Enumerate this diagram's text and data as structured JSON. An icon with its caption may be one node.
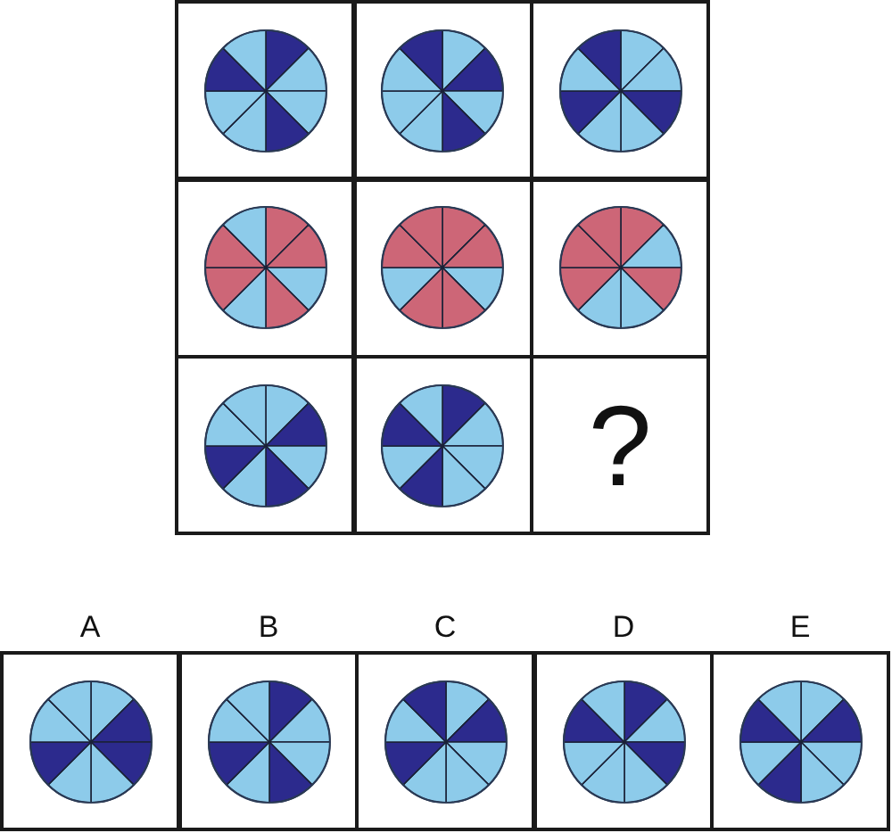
{
  "diagram": {
    "nodes": [
      {
        "text": [],
        "shape": "box"
      },
      {
        "text": [],
        "shape": "box"
      },
      {
        "text": [],
        "shape": "box"
      },
      {
        "text": [],
        "shape": "box"
      },
      {
        "text": [],
        "shape": "box"
      },
      {
        "text": [],
        "shape": "box"
      },
      {
        "text": [],
        "shape": "box"
      },
      {
        "text": [],
        "shape": "box"
      },
      {
        "text": [
          "?"
        ]
      },
      {
        "text": [
          "A"
        ]
      },
      {
        "text": [
          "B"
        ]
      },
      {
        "text": [
          "C"
        ]
      },
      {
        "text": [
          "D"
        ]
      },
      {
        "text": [
          "E"
        ]
      }
    ]
  }
}
